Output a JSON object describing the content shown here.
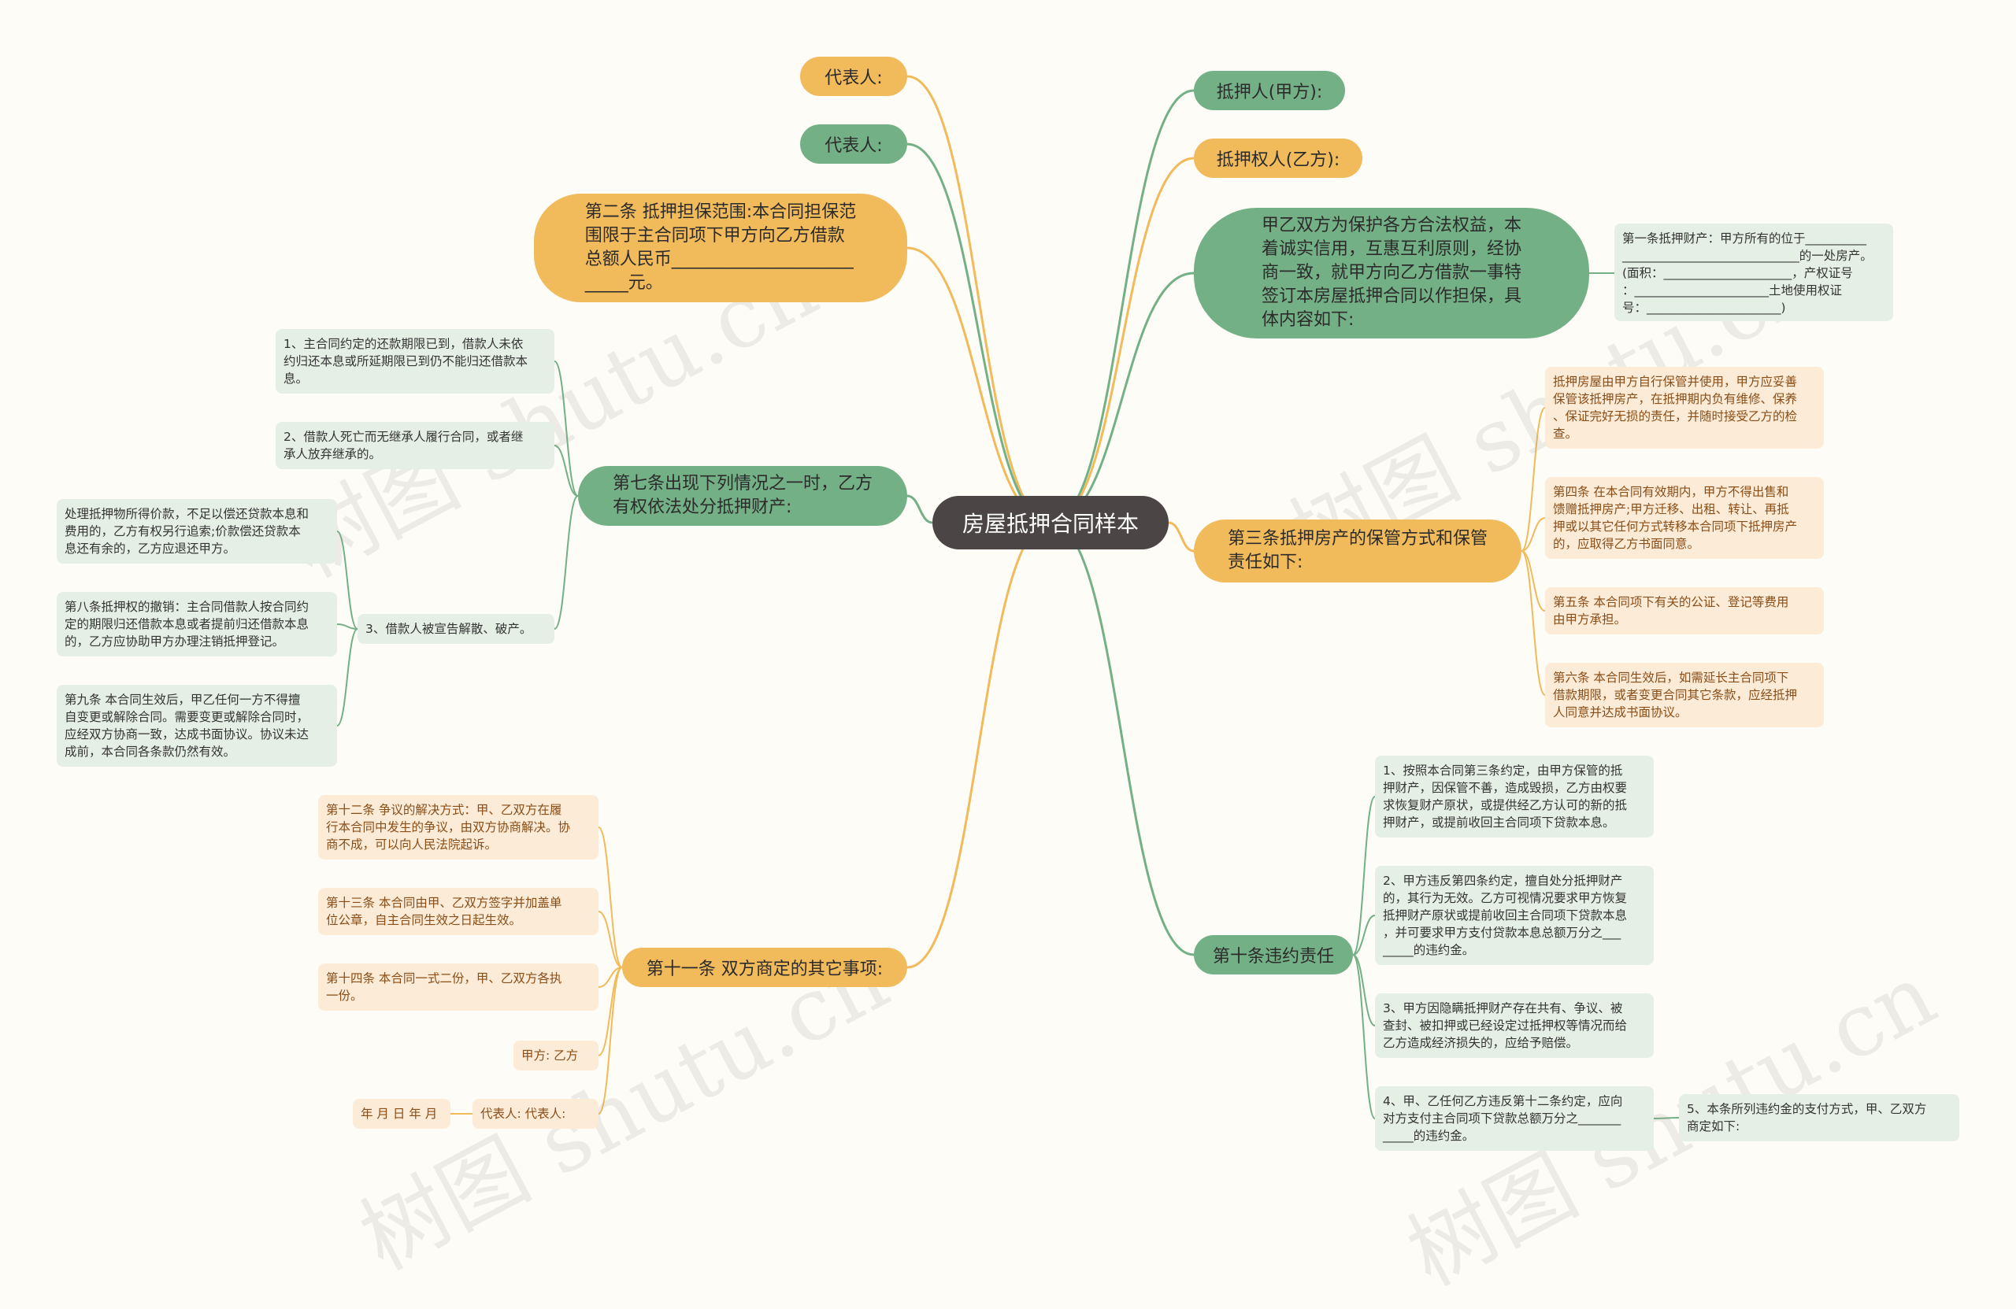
{
  "center": "房屋抵押合同样本",
  "left": {
    "rep1": "代表人:",
    "rep2": "代表人:",
    "art2": "第二条  抵押担保范围:本合同担保范\n围限于主合同项下甲方向乙方借款\n总额人民币_____________________\n_____元。",
    "art7": {
      "label": "第七条出现下列情况之一时，乙方\n有权依法处分抵押财产:",
      "items": [
        "1、主合同约定的还款期限已到，借款人未依\n约归还本息或所延期限已到仍不能归还借款本\n息。",
        "2、借款人死亡而无继承人履行合同，或者继\n承人放弃继承的。",
        "3、借款人被宣告解散、破产。"
      ],
      "sub": [
        "处理抵押物所得价款，不足以偿还贷款本息和\n费用的，乙方有权另行追索;价款偿还贷款本\n息还有余的，乙方应退还甲方。",
        "第八条抵押权的撤销：主合同借款人按合同约\n定的期限归还借款本息或者提前归还借款本息\n的，乙方应协助甲方办理注销抵押登记。",
        "第九条  本合同生效后，甲乙任何一方不得擅\n自变更或解除合同。需要变更或解除合同时，\n应经双方协商一致，达成书面协议。协议未达\n成前，本合同各条款仍然有效。"
      ]
    },
    "art11": {
      "label": "第十一条  双方商定的其它事项:",
      "items": [
        "第十二条  争议的解决方式：甲、乙双方在履\n行本合同中发生的争议，由双方协商解决。协\n商不成，可以向人民法院起诉。",
        "第十三条  本合同由甲、乙双方签字并加盖单\n位公章，自主合同生效之日起生效。",
        "第十四条  本合同一式二份，甲、乙双方各执\n一份。",
        "甲方:   乙方",
        "代表人:   代表人:"
      ],
      "date": "年  月  日  年  月"
    }
  },
  "right": {
    "mortgagor": "抵押人(甲方):",
    "mortgagee": "抵押权人(乙方):",
    "intro": "甲乙双方为保护各方合法权益，本\n着诚实信用，互惠互利原则，经协\n商一致，就甲方向乙方借款一事特\n签订本房屋抵押合同以作担保，具\n体内容如下:",
    "art1": "第一条抵押财产：甲方所有的位于__________\n_____________________________的一处房产。\n(面积：_____________________，产权证号\n：______________________土地使用权证\n号：______________________)",
    "art3": {
      "label": "第三条抵押房产的保管方式和保管\n责任如下:",
      "items": [
        "抵押房屋由甲方自行保管并使用，甲方应妥善\n保管该抵押房产，在抵押期内负有维修、保养\n、保证完好无损的责任，并随时接受乙方的检\n查。",
        "第四条  在本合同有效期内，甲方不得出售和\n馈赠抵押房产;甲方迁移、出租、转让、再抵\n押或以其它任何方式转移本合同项下抵押房产\n的，应取得乙方书面同意。",
        "第五条  本合同项下有关的公证、登记等费用\n由甲方承担。",
        "第六条  本合同生效后，如需延长主合同项下\n借款期限，或者变更合同其它条款，应经抵押\n人同意并达成书面协议。"
      ]
    },
    "art10": {
      "label": "第十条违约责任",
      "items": [
        "1、按照本合同第三条约定，由甲方保管的抵\n押财产，因保管不善，造成毁损，乙方由权要\n求恢复财产原状，或提供经乙方认可的新的抵\n押财产，或提前收回主合同项下贷款本息。",
        "2、甲方违反第四条约定，擅自处分抵押财产\n的，其行为无效。乙方可视情况要求甲方恢复\n抵押财产原状或提前收回主合同项下贷款本息\n，并可要求甲方支付贷款本息总额万分之___\n_____的违约金。",
        "3、甲方因隐瞒抵押财产存在共有、争议、被\n查封、被扣押或已经设定过抵押权等情况而给\n乙方造成经济损失的，应给予赔偿。",
        "4、甲、乙任何乙方违反第十二条约定，应向\n对方支付主合同项下贷款总额万分之_______\n_____的违约金。"
      ],
      "sub": "5、本条所列违约金的支付方式，甲、乙双方\n商定如下:"
    }
  },
  "watermark": "树图 shutu.cn",
  "colors": {
    "green": "#74b085",
    "orange": "#f1ba5b",
    "center": "#4b4645",
    "leafGreen": "#e6efe6",
    "leafOrange": "#fcebd7"
  }
}
